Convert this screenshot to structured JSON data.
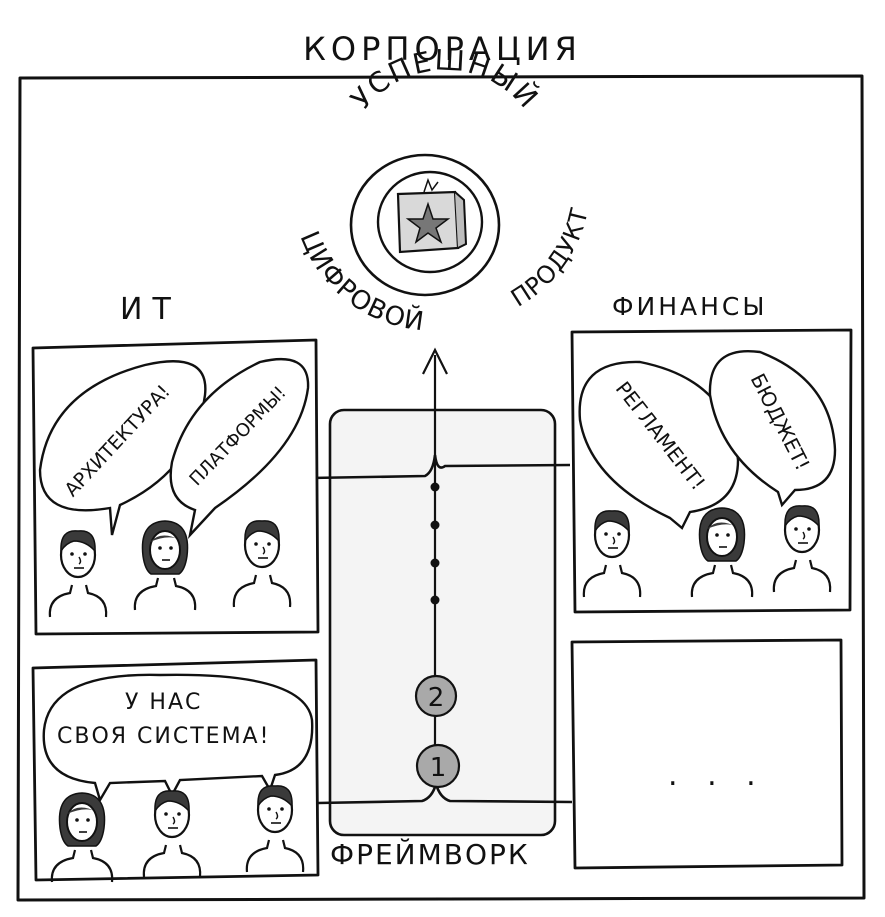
{
  "corporation_label": "КОРПОРАЦИЯ",
  "product": {
    "line1": "УСПЕШНЫЙ",
    "line2": "ЦИФРОВОЙ",
    "line3": "ПРОДУКТ"
  },
  "it": {
    "title": "ИТ",
    "bubble_1": "АРХИТЕКТУРА!",
    "bubble_2": "ПЛАТФОРМЫ!"
  },
  "finance": {
    "title": "ФИНАНСЫ",
    "bubble_1": "РЕГЛАМЕНТ!",
    "bubble_2": "БЮДЖЕТ!"
  },
  "own_system": {
    "line1": "У НАС",
    "line2": "СВОЯ СИСТЕМА!"
  },
  "framework": {
    "title": "ФРЕЙМВОРК",
    "step_1": "1",
    "step_2": "2"
  },
  "placeholder_box": {
    "ellipsis": ". . ."
  }
}
